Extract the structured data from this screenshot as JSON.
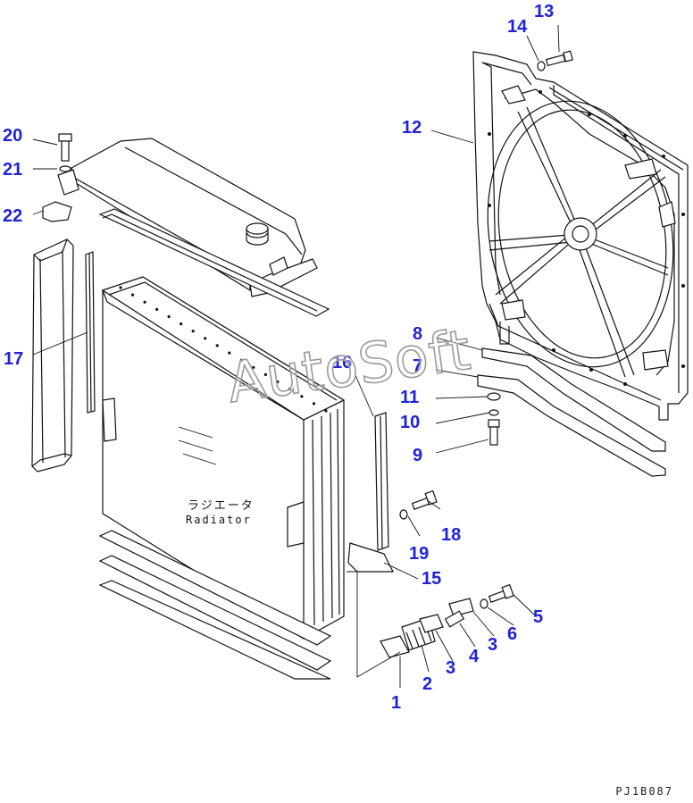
{
  "diagram": {
    "radiator_label_jp": "ラジエータ",
    "radiator_label_en": "Radiator",
    "watermark": "AutoSoft",
    "reference_code": "PJ1B087",
    "part_numbers": {
      "p1": "1",
      "p2": "2",
      "p3a": "3",
      "p3b": "3",
      "p4": "4",
      "p5": "5",
      "p6": "6",
      "p7": "7",
      "p8": "8",
      "p9": "9",
      "p10": "10",
      "p11": "11",
      "p12": "12",
      "p13": "13",
      "p14": "14",
      "p15": "15",
      "p16": "16",
      "p17": "17",
      "p18": "18",
      "p19": "19",
      "p20": "20",
      "p21": "21",
      "p22": "22"
    }
  },
  "colors": {
    "label": "#1f22d6",
    "line": "#111111",
    "watermark_outline": "#9a9a9a"
  }
}
